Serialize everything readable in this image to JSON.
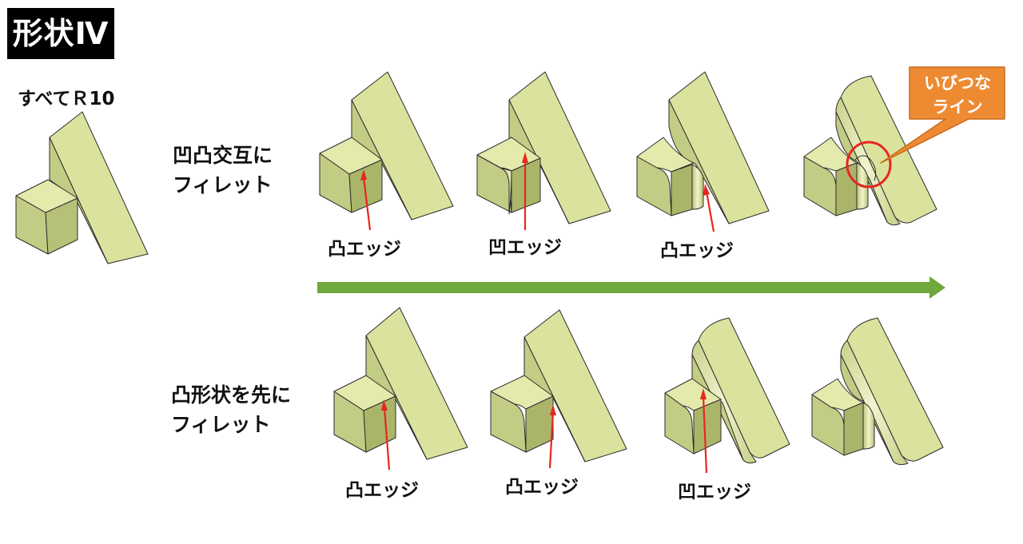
{
  "title": "形状Ⅳ",
  "subtitle": "すべてＲ10",
  "rows": [
    {
      "label_line1": "凹凸交互に",
      "label_line2": "フィレット",
      "edges": [
        "凸エッジ",
        "凹エッジ",
        "凸エッジ"
      ]
    },
    {
      "label_line1": "凸形状を先に",
      "label_line2": "フィレット",
      "edges": [
        "凸エッジ",
        "凸エッジ",
        "凹エッジ"
      ]
    }
  ],
  "callout": {
    "line1": "いびつな",
    "line2": "ライン"
  },
  "colors": {
    "face_front": "#c3cc84",
    "face_side": "#dbe29e",
    "face_top": "#e4e9ac",
    "face_dark": "#aab56a",
    "fillet_hi": "#f2f4cf",
    "edge": "#2d2d2d",
    "pointer": "#e8261f",
    "arrow": "#6fa83c",
    "callout_bg": "#ee8a32"
  }
}
